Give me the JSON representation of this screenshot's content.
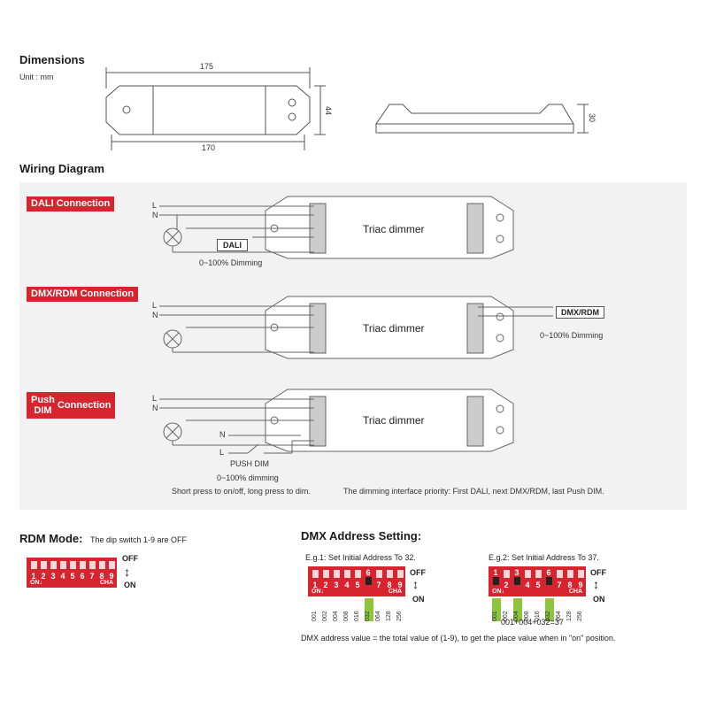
{
  "dimensions": {
    "title": "Dimensions",
    "unit": "Unit : mm",
    "top_width": "175",
    "bottom_width": "170",
    "height": "44",
    "side_height": "30"
  },
  "wiring": {
    "title": "Wiring Diagram",
    "dali": {
      "tag": "DALI Connection",
      "L": "L",
      "N": "N",
      "box": "DALI",
      "dimming": "0~100% Dimming",
      "device": "Triac dimmer"
    },
    "dmx": {
      "tag": "DMX/RDM Connection",
      "L": "L",
      "N": "N",
      "box": "DMX/RDM",
      "dimming": "0~100% Dimming",
      "device": "Triac dimmer"
    },
    "push": {
      "tag_line1": "Push",
      "tag_line2": "DIM",
      "tag_rest": "Connection",
      "L": "L",
      "N": "N",
      "N2": "N",
      "L2": "L",
      "switch_label": "PUSH DIM",
      "dimming": "0~100% dimming",
      "note": "Short press to on/off, long press to dim.",
      "device": "Triac dimmer"
    },
    "priority": "The dimming interface priority: First DALI, next DMX/RDM, last Push DIM."
  },
  "rdm": {
    "title": "RDM Mode:",
    "subtitle": "The dip switch 1-9 are OFF",
    "off": "OFF",
    "on": "ON"
  },
  "dmx_address": {
    "title": "DMX Address Setting:",
    "eg1": "E.g.1: Set Initial Address To 32.",
    "eg2": "E.g.2: Set Initial Address To 37.",
    "sum": "001+004+032=37",
    "note": "DMX address value = the total value of (1-9), to get the place value when in \"on\" position.",
    "values": [
      "001",
      "002",
      "004",
      "008",
      "016",
      "032",
      "064",
      "128",
      "256"
    ],
    "off": "OFF",
    "on": "ON"
  },
  "dip": {
    "numbers": [
      "1",
      "2",
      "3",
      "4",
      "5",
      "6",
      "7",
      "8",
      "9"
    ],
    "on_label": "ON↓",
    "cha_label": "CHA"
  },
  "colors": {
    "accent": "#d7242f",
    "highlight": "#8cc63f"
  }
}
